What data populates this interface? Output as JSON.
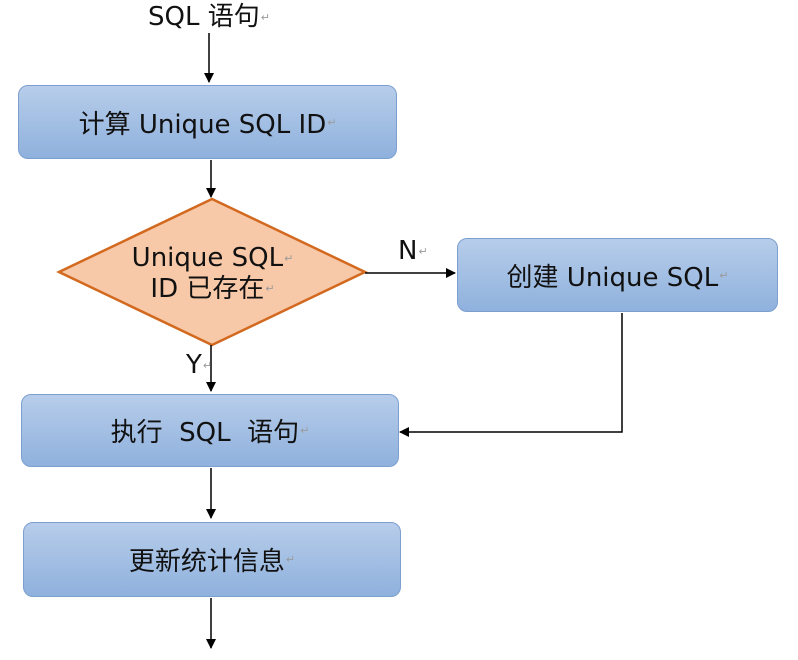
{
  "start_label": "SQL 语句",
  "nodes": {
    "compute": "计算 Unique SQL ID",
    "decision_line1": "Unique SQL",
    "decision_line2": "ID 已存在",
    "create": "创建 Unique SQL",
    "execute": "执行  SQL  语句",
    "update": "更新统计信息"
  },
  "edges": {
    "no": "N",
    "yes": "Y"
  },
  "paragraph_mark": "↵",
  "colors": {
    "process_fill_top": "#b7cdea",
    "process_fill_bottom": "#8fb1dd",
    "process_border": "#7c9fcf",
    "decision_fill": "#f8c9a8",
    "decision_border": "#d2691e",
    "arrow": "#000000"
  }
}
